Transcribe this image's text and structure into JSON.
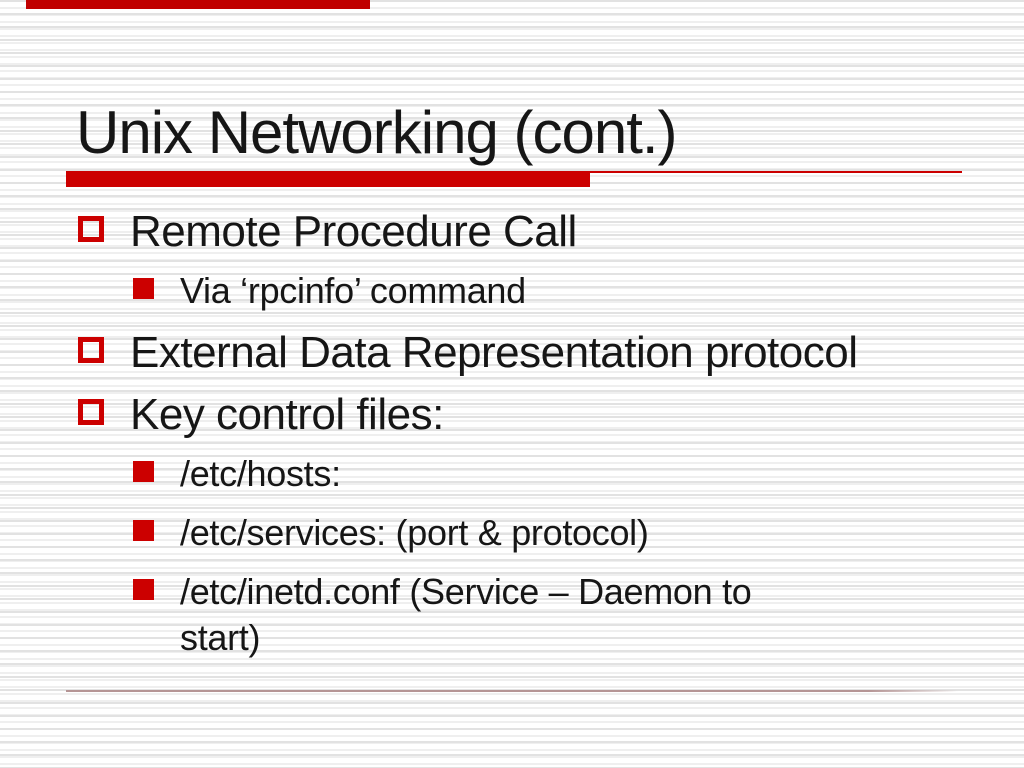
{
  "slide": {
    "title": "Unix Networking (cont.)",
    "bullets": [
      {
        "level": 1,
        "icon": "hollow-square-bullet-icon",
        "text": "Remote Procedure Call"
      },
      {
        "level": 2,
        "icon": "filled-square-bullet-icon",
        "text": "Via ‘rpcinfo’ command"
      },
      {
        "level": 1,
        "icon": "hollow-square-bullet-icon",
        "text": "External Data Representation protocol"
      },
      {
        "level": 1,
        "icon": "hollow-square-bullet-icon",
        "text": "Key control files:"
      },
      {
        "level": 2,
        "icon": "filled-square-bullet-icon",
        "text": "/etc/hosts:"
      },
      {
        "level": 2,
        "icon": "filled-square-bullet-icon",
        "text": "/etc/services: (port & protocol)"
      },
      {
        "level": 2,
        "icon": "filled-square-bullet-icon",
        "text": "/etc/inetd.conf (Service – Daemon to\nstart)"
      }
    ],
    "colors": {
      "accent_red": "#cc0000",
      "top_bar_red": "#c00000",
      "text": "#161616",
      "stripe_dark": "#e2e2e2",
      "stripe_light": "#efefef",
      "footer_line": "#b59595"
    }
  }
}
